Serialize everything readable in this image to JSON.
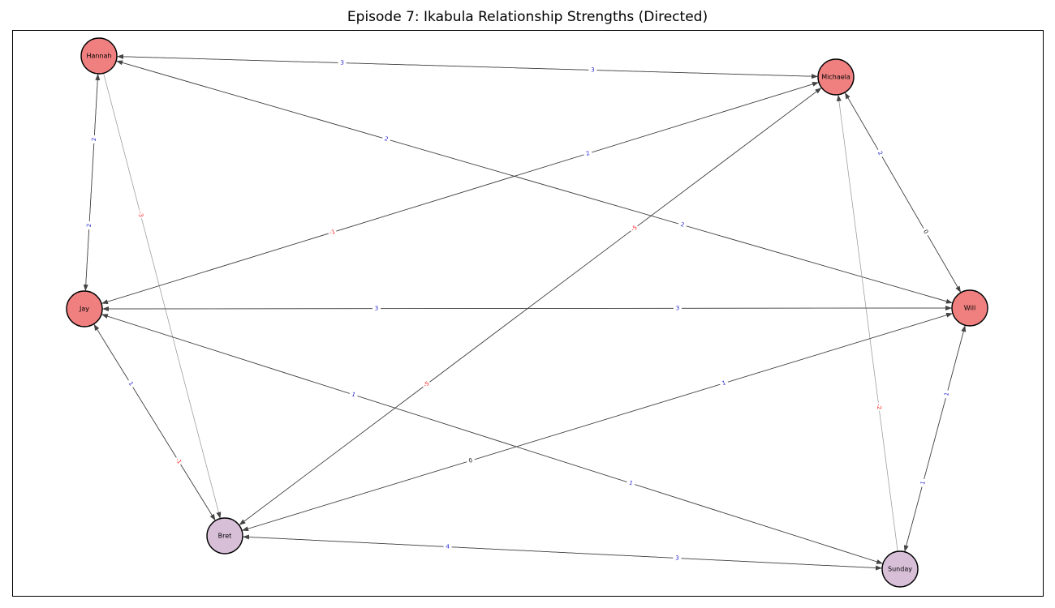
{
  "title": "Episode 7: Ikabula Relationship Strengths (Directed)",
  "colors": {
    "node_red": "#f08080",
    "node_purple": "#d8bfd8",
    "weight_positive": "#1a1ad4",
    "weight_negative": "#ff2020",
    "weight_zero": "#000000"
  },
  "nodes": [
    {
      "id": "Hannah",
      "label": "Hannah",
      "group": "red"
    },
    {
      "id": "Michaela",
      "label": "Michaela",
      "group": "red"
    },
    {
      "id": "Jay",
      "label": "Jay",
      "group": "red"
    },
    {
      "id": "Will",
      "label": "Will",
      "group": "red"
    },
    {
      "id": "Bret",
      "label": "Bret",
      "group": "purple"
    },
    {
      "id": "Sunday",
      "label": "Sunday",
      "group": "purple"
    }
  ],
  "edges": [
    {
      "source": "Hannah",
      "target": "Michaela",
      "weight": "3"
    },
    {
      "source": "Michaela",
      "target": "Hannah",
      "weight": "3"
    },
    {
      "source": "Hannah",
      "target": "Jay",
      "weight": "2"
    },
    {
      "source": "Jay",
      "target": "Hannah",
      "weight": "2"
    },
    {
      "source": "Hannah",
      "target": "Bret",
      "weight": "-3"
    },
    {
      "source": "Hannah",
      "target": "Will",
      "weight": "2"
    },
    {
      "source": "Will",
      "target": "Hannah",
      "weight": "2"
    },
    {
      "source": "Michaela",
      "target": "Jay",
      "weight": "2"
    },
    {
      "source": "Jay",
      "target": "Michaela",
      "weight": "-1"
    },
    {
      "source": "Michaela",
      "target": "Bret",
      "weight": "-5"
    },
    {
      "source": "Bret",
      "target": "Michaela",
      "weight": "-5"
    },
    {
      "source": "Michaela",
      "target": "Will",
      "weight": "2"
    },
    {
      "source": "Will",
      "target": "Michaela",
      "weight": "0"
    },
    {
      "source": "Sunday",
      "target": "Michaela",
      "weight": "-2"
    },
    {
      "source": "Jay",
      "target": "Will",
      "weight": "3"
    },
    {
      "source": "Will",
      "target": "Jay",
      "weight": "3"
    },
    {
      "source": "Jay",
      "target": "Bret",
      "weight": "1"
    },
    {
      "source": "Bret",
      "target": "Jay",
      "weight": "-1"
    },
    {
      "source": "Jay",
      "target": "Sunday",
      "weight": "1"
    },
    {
      "source": "Sunday",
      "target": "Jay",
      "weight": "1"
    },
    {
      "source": "Will",
      "target": "Bret",
      "weight": "1"
    },
    {
      "source": "Bret",
      "target": "Will",
      "weight": "0"
    },
    {
      "source": "Will",
      "target": "Sunday",
      "weight": "1"
    },
    {
      "source": "Sunday",
      "target": "Will",
      "weight": "1"
    },
    {
      "source": "Bret",
      "target": "Sunday",
      "weight": "4"
    },
    {
      "source": "Sunday",
      "target": "Bret",
      "weight": "3"
    }
  ]
}
